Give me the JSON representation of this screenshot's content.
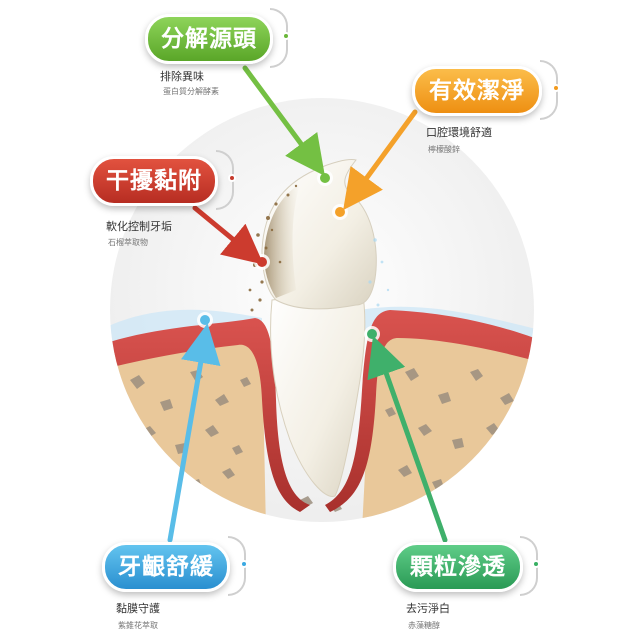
{
  "colors": {
    "green": "#6ab73a",
    "orange": "#f29a1e",
    "red": "#c63a2c",
    "blue": "#3ba9e2",
    "teal": "#38b063"
  },
  "labels": {
    "decompose": {
      "title": "分解源頭",
      "desc": "排除異味",
      "source": "蛋白質分解酵素"
    },
    "clean": {
      "title": "有效潔淨",
      "desc": "口腔環境舒適",
      "source": "檸檬酸鋅"
    },
    "adhesion": {
      "title": "干擾黏附",
      "desc": "軟化控制牙垢",
      "source": "石榴萃取物"
    },
    "soothe": {
      "title": "牙齦舒緩",
      "desc": "黏膜守護",
      "source": "紫錐花萃取"
    },
    "particle": {
      "title": "顆粒滲透",
      "desc": "去污淨白",
      "source": "赤藻糖醇"
    }
  }
}
